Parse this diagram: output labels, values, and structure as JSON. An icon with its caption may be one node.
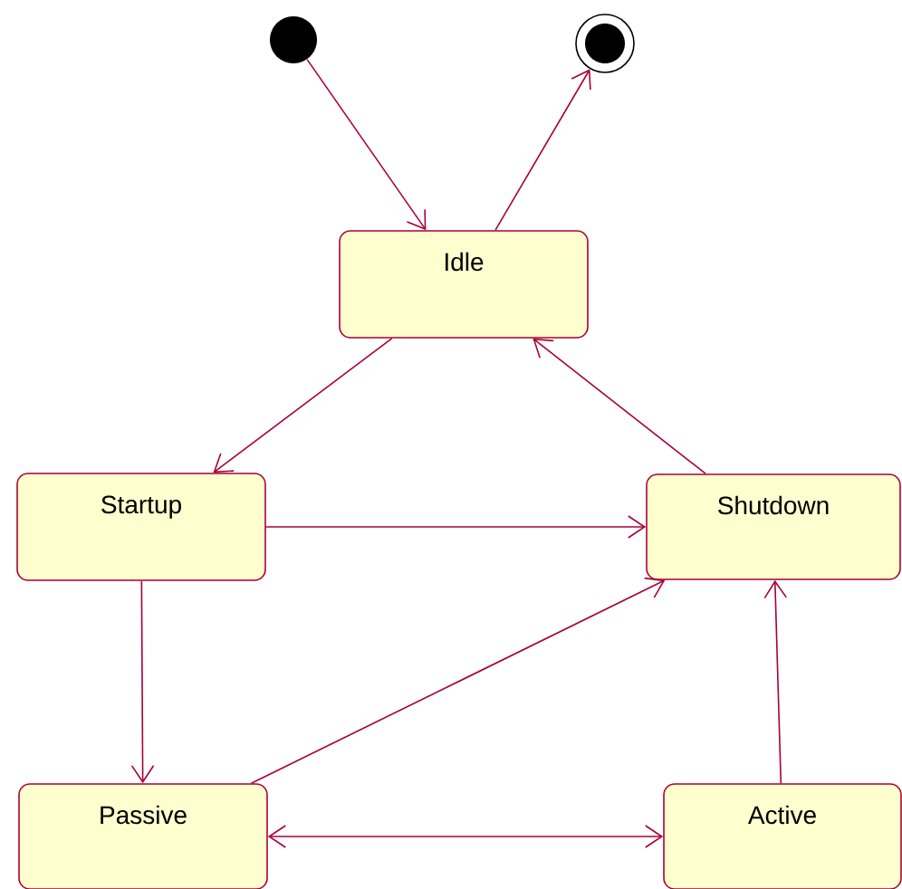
{
  "diagram": {
    "nodes": [
      {
        "text": [],
        "shape": "circle"
      },
      {
        "text": [],
        "shape": "circle"
      },
      {
        "text": [
          "Idle"
        ]
      },
      {
        "text": [
          "Startup"
        ]
      },
      {
        "text": [
          "Shutdown"
        ]
      },
      {
        "text": [
          "Passive"
        ]
      },
      {
        "text": [
          "Active"
        ]
      }
    ],
    "edges": [
      {
        "from": 0,
        "to": 2,
        "arrow": "to"
      },
      {
        "from": 2,
        "to": 1,
        "arrow": "to"
      },
      {
        "from": 2,
        "to": 3,
        "arrow": "to"
      },
      {
        "from": 4,
        "to": 2,
        "arrow": "to"
      },
      {
        "from": 3,
        "to": 4,
        "arrow": "to"
      },
      {
        "from": 3,
        "to": 5,
        "arrow": "to"
      },
      {
        "from": 5,
        "to": 4,
        "arrow": "to"
      },
      {
        "from": 5,
        "to": 6,
        "arrow": "both"
      },
      {
        "from": 6,
        "to": 4,
        "arrow": "to"
      }
    ]
  }
}
